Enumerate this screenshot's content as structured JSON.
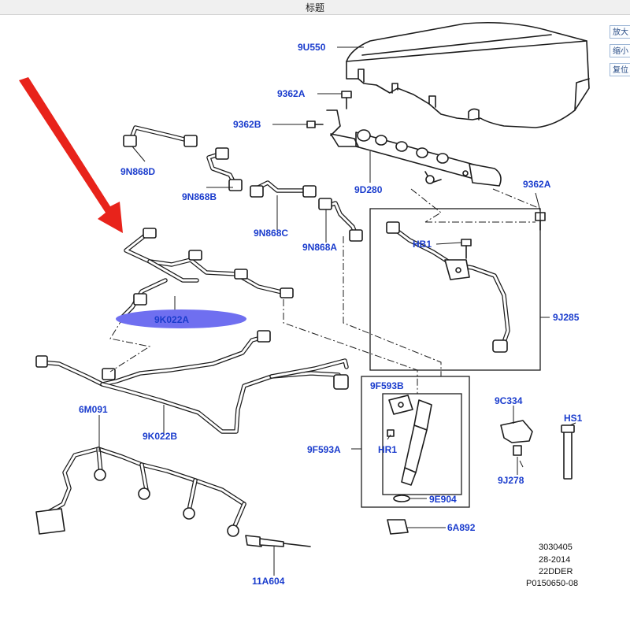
{
  "window": {
    "title": "标题"
  },
  "side_buttons": [
    "放大",
    "缩小",
    "复位"
  ],
  "highlight_color": "#6f6ff0",
  "arrow_color": "#e8231b",
  "labels": {
    "9U550": "9U550",
    "9362A_top": "9362A",
    "9362B": "9362B",
    "9N868D": "9N868D",
    "9N868B": "9N868B",
    "9N868C": "9N868C",
    "9N868A": "9N868A",
    "9D280": "9D280",
    "9362A_right": "9362A",
    "HB1": "HB1",
    "9J285": "9J285",
    "9K022A": "9K022A",
    "9K022B": "9K022B",
    "6M091": "6M091",
    "9F593B": "9F593B",
    "9F593A": "9F593A",
    "HR1": "HR1",
    "9E904": "9E904",
    "6A892": "6A892",
    "9C334": "9C334",
    "HS1": "HS1",
    "9J278": "9J278",
    "11A604": "11A604"
  },
  "drawing_info": [
    "3030405",
    "28-2014",
    "22DDER",
    "P0150650-08"
  ]
}
